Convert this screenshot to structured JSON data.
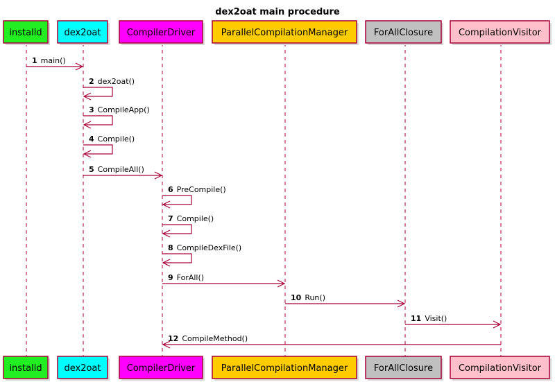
{
  "title": "dex2oat main procedure",
  "colors": {
    "line": "#a80036",
    "installd": "#22ee22",
    "dex2oat": "#00ffff",
    "CompilerDriver": "#ff00ff",
    "ParallelCompilationManager": "#ffcc00",
    "ForAllClosure": "#c0c0c0",
    "CompilationVisitor": "#ffc0cb"
  },
  "participants": [
    {
      "id": "installd",
      "label": "installd"
    },
    {
      "id": "dex2oat",
      "label": "dex2oat"
    },
    {
      "id": "CompilerDriver",
      "label": "CompilerDriver"
    },
    {
      "id": "ParallelCompilationManager",
      "label": "ParallelCompilationManager"
    },
    {
      "id": "ForAllClosure",
      "label": "ForAllClosure"
    },
    {
      "id": "CompilationVisitor",
      "label": "CompilationVisitor"
    }
  ],
  "messages": [
    {
      "num": "1",
      "text": "main()",
      "from": "installd",
      "to": "dex2oat"
    },
    {
      "num": "2",
      "text": "dex2oat()",
      "from": "dex2oat",
      "to": "dex2oat"
    },
    {
      "num": "3",
      "text": "CompileApp()",
      "from": "dex2oat",
      "to": "dex2oat"
    },
    {
      "num": "4",
      "text": "Compile()",
      "from": "dex2oat",
      "to": "dex2oat"
    },
    {
      "num": "5",
      "text": "CompileAll()",
      "from": "dex2oat",
      "to": "CompilerDriver"
    },
    {
      "num": "6",
      "text": "PreCompile()",
      "from": "CompilerDriver",
      "to": "CompilerDriver"
    },
    {
      "num": "7",
      "text": "Compile()",
      "from": "CompilerDriver",
      "to": "CompilerDriver"
    },
    {
      "num": "8",
      "text": "CompileDexFile()",
      "from": "CompilerDriver",
      "to": "CompilerDriver"
    },
    {
      "num": "9",
      "text": "ForAll()",
      "from": "CompilerDriver",
      "to": "ParallelCompilationManager"
    },
    {
      "num": "10",
      "text": "Run()",
      "from": "ParallelCompilationManager",
      "to": "ForAllClosure"
    },
    {
      "num": "11",
      "text": "Visit()",
      "from": "ForAllClosure",
      "to": "CompilationVisitor"
    },
    {
      "num": "12",
      "text": "CompileMethod()",
      "from": "CompilationVisitor",
      "to": "CompilerDriver"
    }
  ]
}
